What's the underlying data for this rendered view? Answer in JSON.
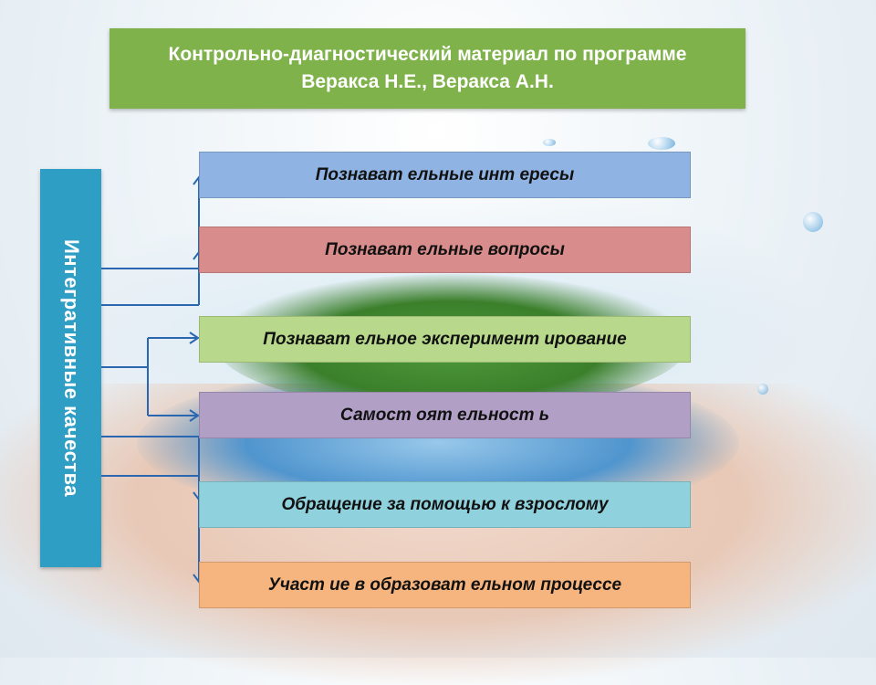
{
  "title": "Контрольно-диагностический материал по программе Веракса Н.Е., Веракса А.Н.",
  "side_label": "Интегративные качества",
  "items": [
    {
      "label": "Познават ельные инт ересы",
      "color": "#8fb3e2"
    },
    {
      "label": "Познават ельные вопросы",
      "color": "#d88c8b"
    },
    {
      "label": "Познават ельное эксперимент ирование",
      "color": "#b8d98c"
    },
    {
      "label": "Самост оят ельност ь",
      "color": "#b19fc6"
    },
    {
      "label": "Обращение за помощью к взрослому",
      "color": "#8fd1dc"
    },
    {
      "label": "Участ ие в образоват ельном процессе",
      "color": "#f6b47f"
    }
  ],
  "colors": {
    "title_bg": "#7fb24a",
    "side_bg": "#2f9ec4",
    "connector": "#2b66b0"
  }
}
